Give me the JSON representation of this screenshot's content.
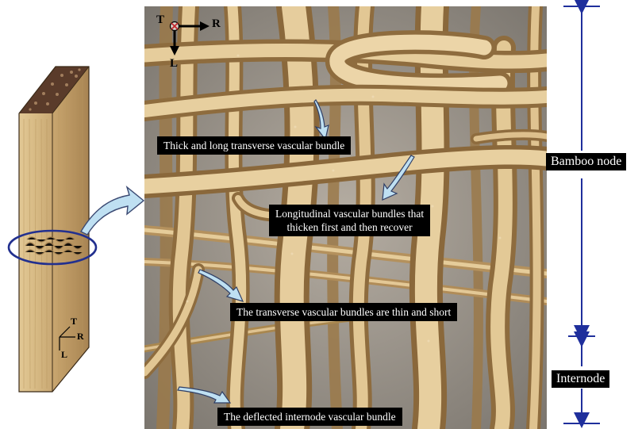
{
  "colors": {
    "fiber_light": "#e3c996",
    "fiber_mid": "#d0b07a",
    "fiber_dark": "#a88554",
    "background_gray": "#8f8a82",
    "scale_blue": "#1f2f9c",
    "ring_blue": "#22308f",
    "callout_bg": "#000000",
    "callout_text": "#ffffff",
    "arrow_fill": "#bfe0f2"
  },
  "main_axes": {
    "t": "T",
    "r": "R",
    "l": "L"
  },
  "block_axes": {
    "t": "T",
    "r": "R",
    "l": "L"
  },
  "callouts": {
    "thick_transverse": "Thick and long transverse vascular bundle",
    "longitudinal_line1": "Longitudinal vascular bundles that",
    "longitudinal_line2": "thicken first and then recover",
    "thin_transverse": "The transverse vascular bundles are thin and short",
    "deflected_internode": "The deflected internode vascular bundle"
  },
  "scale": {
    "node_label": "Bamboo node",
    "internode_label": "Internode"
  }
}
